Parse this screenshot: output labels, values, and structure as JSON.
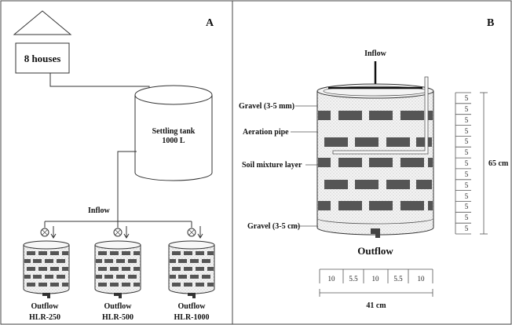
{
  "panel_a": {
    "letter": "A",
    "houses_label": "8 houses",
    "tank_label_line1": "Settling tank",
    "tank_label_line2": "1000 L",
    "inflow_label": "Inflow",
    "columns": [
      {
        "outflow": "Outflow",
        "hlr": "HLR-250"
      },
      {
        "outflow": "Outflow",
        "hlr": "HLR-500"
      },
      {
        "outflow": "Outflow",
        "hlr": "HLR-1000"
      }
    ]
  },
  "panel_b": {
    "letter": "B",
    "inflow_label": "Inflow",
    "outflow_label": "Outflow",
    "callouts": {
      "gravel_top": "Gravel (3-5 mm)",
      "aeration_pipe": "Aeration pipe",
      "soil_mixture": "Soil mixture layer",
      "gravel_bottom": "Gravel (3-5 cm)"
    },
    "scale_ticks": [
      "5",
      "5",
      "5",
      "5",
      "5",
      "5",
      "5",
      "5",
      "5",
      "5",
      "5",
      "5",
      "5"
    ],
    "height_label": "65 cm",
    "width_segments": [
      "10",
      "5.5",
      "10",
      "5.5",
      "10"
    ],
    "width_label": "41 cm"
  }
}
